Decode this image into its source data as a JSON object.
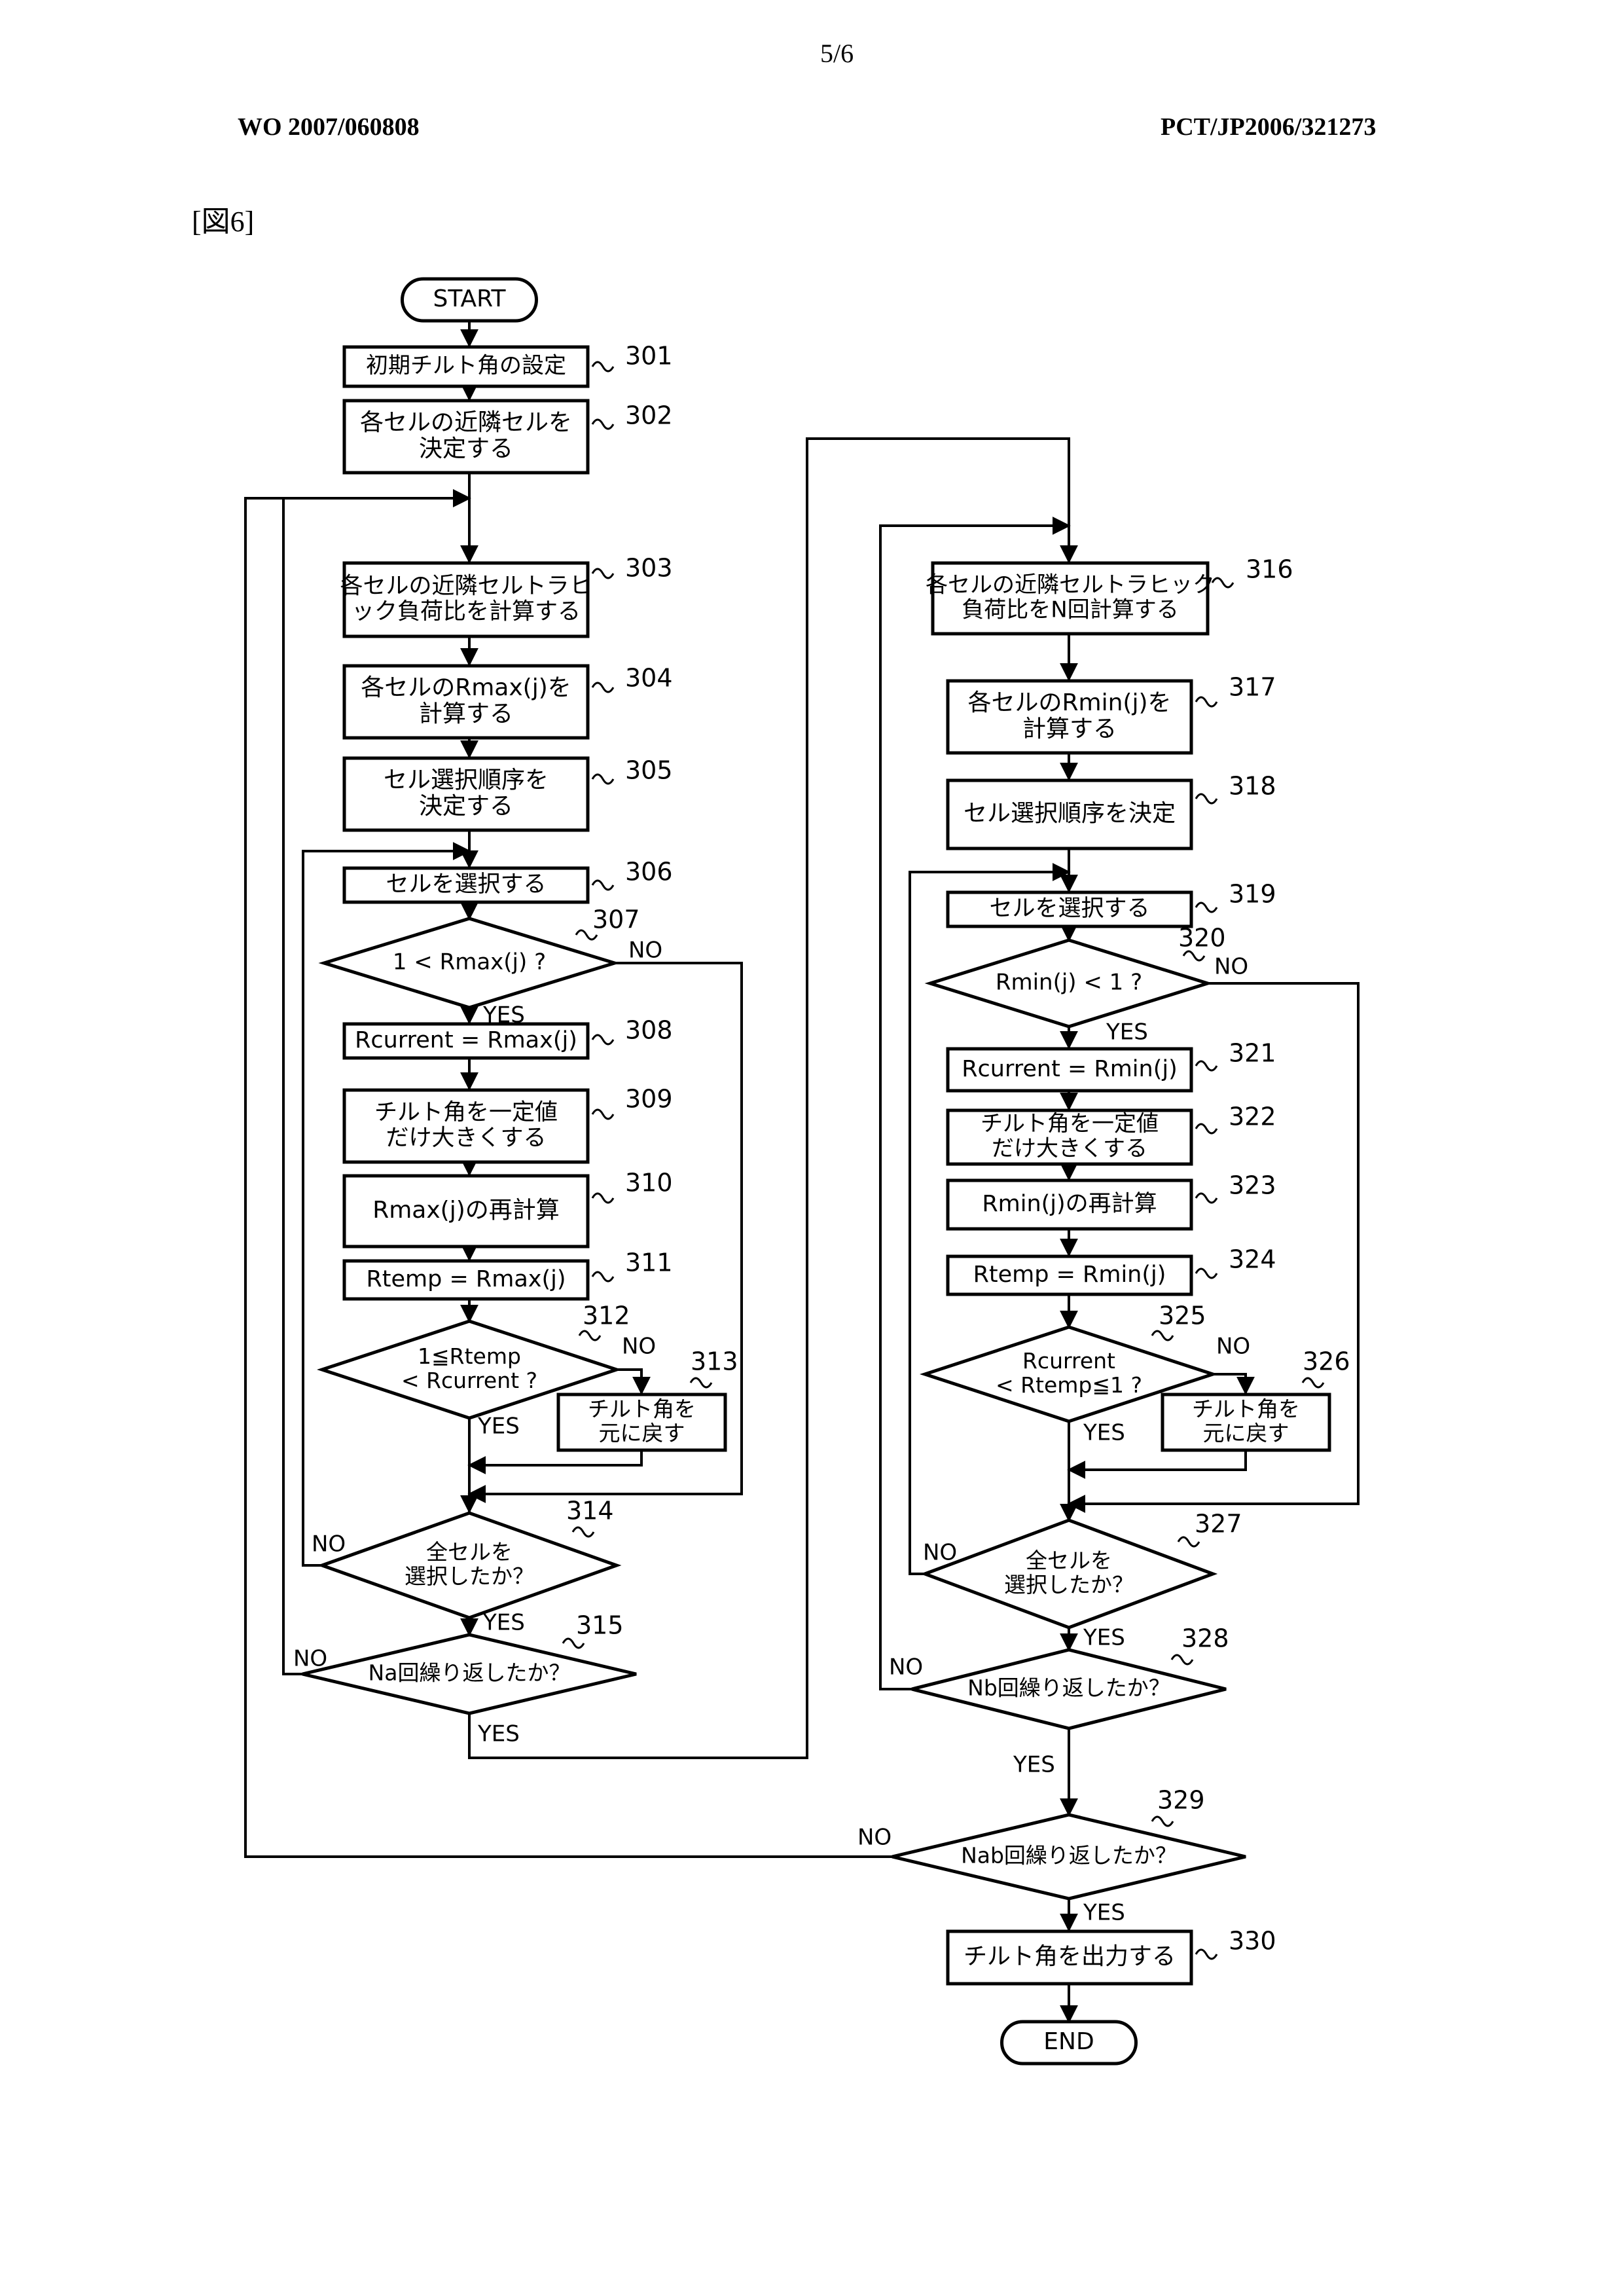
{
  "header": {
    "page_number": "5/6",
    "pub_number": "WO 2007/060808",
    "app_number": "PCT/JP2006/321273",
    "figure_label": "[図6]"
  },
  "flowchart": {
    "terminals": {
      "start": "START",
      "end": "END"
    },
    "steps": {
      "s301": {
        "ref": "301",
        "lines": [
          "初期チルト角の設定"
        ]
      },
      "s302": {
        "ref": "302",
        "lines": [
          "各セルの近隣セルを",
          "決定する"
        ]
      },
      "s303": {
        "ref": "303",
        "lines": [
          "各セルの近隣セルトラヒ",
          "ック負荷比を計算する"
        ]
      },
      "s304": {
        "ref": "304",
        "lines": [
          "各セルのRmax(j)を",
          "計算する"
        ]
      },
      "s305": {
        "ref": "305",
        "lines": [
          "セル選択順序を",
          "決定する"
        ]
      },
      "s306": {
        "ref": "306",
        "lines": [
          "セルを選択する"
        ]
      },
      "s307": {
        "ref": "307",
        "lines": [
          "1 < Rmax(j) ?"
        ]
      },
      "s308": {
        "ref": "308",
        "lines": [
          "Rcurrent = Rmax(j)"
        ]
      },
      "s309": {
        "ref": "309",
        "lines": [
          "チルト角を一定値",
          "だけ大きくする"
        ]
      },
      "s310": {
        "ref": "310",
        "lines": [
          "Rmax(j)の再計算"
        ]
      },
      "s311": {
        "ref": "311",
        "lines": [
          "Rtemp = Rmax(j)"
        ]
      },
      "s312": {
        "ref": "312",
        "lines": [
          "1≦Rtemp",
          "< Rcurrent ?"
        ]
      },
      "s313": {
        "ref": "313",
        "lines": [
          "チルト角を",
          "元に戻す"
        ]
      },
      "s314": {
        "ref": "314",
        "lines": [
          "全セルを",
          "選択したか？"
        ]
      },
      "s315": {
        "ref": "315",
        "lines": [
          "Na回繰り返したか？"
        ]
      },
      "s316": {
        "ref": "316",
        "lines": [
          "各セルの近隣セルトラヒック",
          "負荷比をN回計算する"
        ]
      },
      "s317": {
        "ref": "317",
        "lines": [
          "各セルのRmin(j)を",
          "計算する"
        ]
      },
      "s318": {
        "ref": "318",
        "lines": [
          "セル選択順序を決定"
        ]
      },
      "s319": {
        "ref": "319",
        "lines": [
          "セルを選択する"
        ]
      },
      "s320": {
        "ref": "320",
        "lines": [
          "Rmin(j) < 1 ?"
        ]
      },
      "s321": {
        "ref": "321",
        "lines": [
          "Rcurrent = Rmin(j)"
        ]
      },
      "s322": {
        "ref": "322",
        "lines": [
          "チルト角を一定値",
          "だけ大きくする"
        ]
      },
      "s323": {
        "ref": "323",
        "lines": [
          "Rmin(j)の再計算"
        ]
      },
      "s324": {
        "ref": "324",
        "lines": [
          "Rtemp = Rmin(j)"
        ]
      },
      "s325": {
        "ref": "325",
        "lines": [
          "Rcurrent",
          "< Rtemp≦1 ?"
        ]
      },
      "s326": {
        "ref": "326",
        "lines": [
          "チルト角を",
          "元に戻す"
        ]
      },
      "s327": {
        "ref": "327",
        "lines": [
          "全セルを",
          "選択したか？"
        ]
      },
      "s328": {
        "ref": "328",
        "lines": [
          "Nb回繰り返したか？"
        ]
      },
      "s329": {
        "ref": "329",
        "lines": [
          "Nab回繰り返したか？"
        ]
      },
      "s330": {
        "ref": "330",
        "lines": [
          "チルト角を出力する"
        ]
      }
    },
    "branch_labels": {
      "yes": "YES",
      "no": "NO"
    }
  }
}
